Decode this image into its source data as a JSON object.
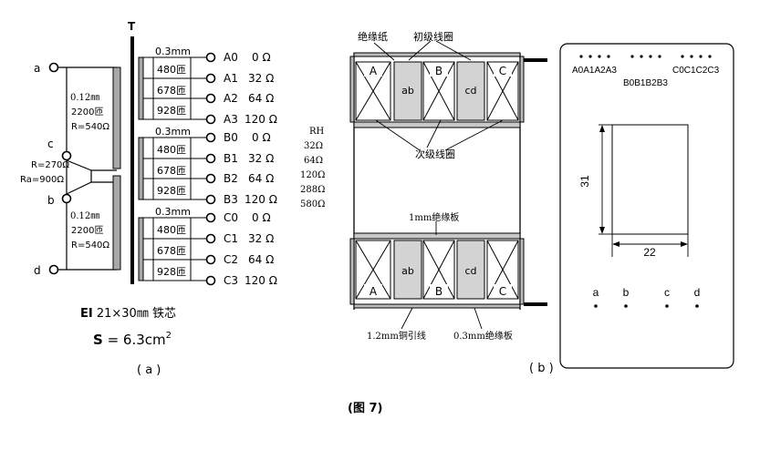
{
  "figure_caption": "(图 7)",
  "part_a": {
    "caption": "( a )",
    "transformer_label": "T",
    "primary_terminals": [
      "a",
      "c",
      "b",
      "d"
    ],
    "primary_upper": {
      "wire": "0.12㎜",
      "turns": "2200匝",
      "resistance": "R=540Ω"
    },
    "primary_lower": {
      "wire": "0.12㎜",
      "turns": "2200匝",
      "resistance": "R=540Ω"
    },
    "center_r": "R=270Ω",
    "center_ra": "Ra=900Ω",
    "rh_label": "RH",
    "rh_values": [
      "32Ω",
      "64Ω",
      "120Ω",
      "288Ω",
      "580Ω"
    ],
    "secondary_groups": [
      {
        "wire": "0.3mm",
        "turns": [
          "480匝",
          "678匝",
          "928匝"
        ],
        "taps": [
          {
            "name": "A0",
            "ohm": "0 Ω"
          },
          {
            "name": "A1",
            "ohm": "32 Ω"
          },
          {
            "name": "A2",
            "ohm": "64 Ω"
          },
          {
            "name": "A3",
            "ohm": "120 Ω"
          }
        ]
      },
      {
        "wire": "0.3mm",
        "turns": [
          "480匝",
          "678匝",
          "928匝"
        ],
        "taps": [
          {
            "name": "B0",
            "ohm": "0 Ω"
          },
          {
            "name": "B1",
            "ohm": "32 Ω"
          },
          {
            "name": "B2",
            "ohm": "64 Ω"
          },
          {
            "name": "B3",
            "ohm": "120 Ω"
          }
        ]
      },
      {
        "wire": "0.3mm",
        "turns": [
          "480匝",
          "678匝",
          "928匝"
        ],
        "taps": [
          {
            "name": "C0",
            "ohm": "0 Ω"
          },
          {
            "name": "C1",
            "ohm": "32 Ω"
          },
          {
            "name": "C2",
            "ohm": "64 Ω"
          },
          {
            "name": "C3",
            "ohm": "120 Ω"
          }
        ]
      }
    ],
    "core_line1_bold": "EI",
    "core_line1_rest": " 21×30㎜ 铁芯",
    "core_line2_s": "S",
    "core_line2_rest": " = 6.3cm",
    "core_line2_sup": "2"
  },
  "part_b": {
    "caption": "( b )",
    "label_insulating_paper": "绝缘纸",
    "label_primary_coil": "初级线圈",
    "label_secondary_coil": "次级线圈",
    "label_board_1mm": "1mm绝缘板",
    "label_copper_lead": "1.2mm铜引线",
    "label_board_03mm": "0.3mm绝缘板",
    "upper_sections": [
      "A",
      "ab",
      "B",
      "cd",
      "C"
    ],
    "lower_sections": [
      "ab",
      "cd",
      "A",
      "B",
      "C"
    ],
    "board_top_row1": "A0A1A2A3",
    "board_top_row1_right": "C0C1C2C3",
    "board_top_row2": "B0B1B2B3",
    "dim_height": "31",
    "dim_width": "22",
    "bottom_terminals": [
      "a",
      "b",
      "c",
      "d"
    ]
  }
}
